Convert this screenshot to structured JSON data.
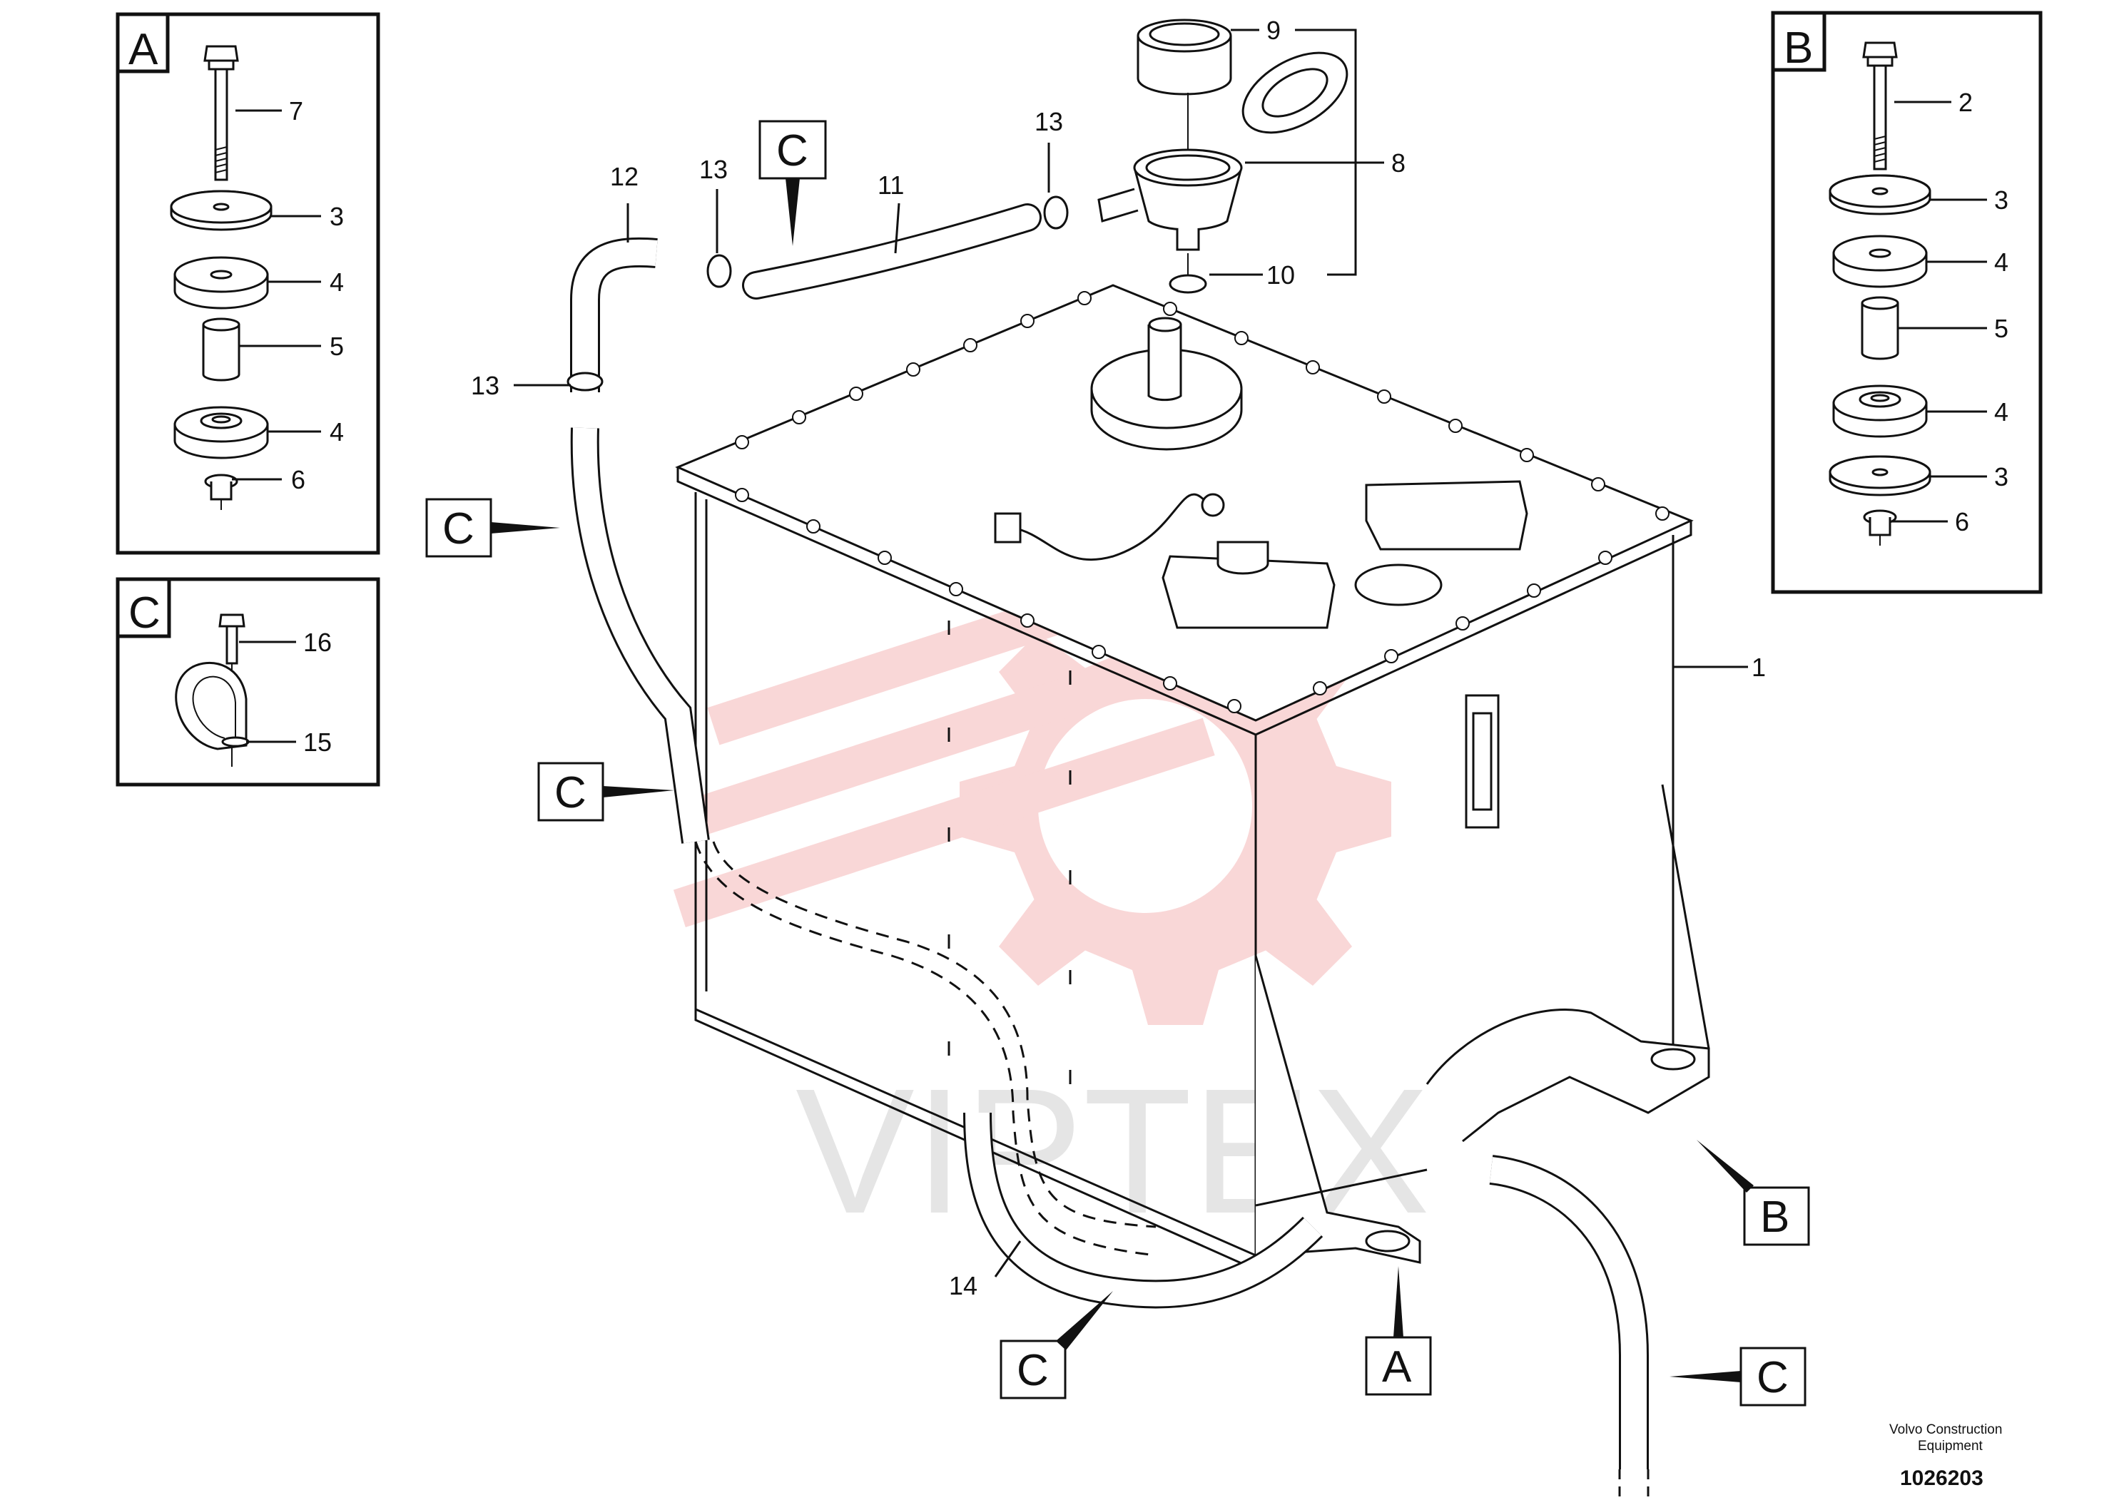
{
  "diagram": {
    "watermark_text": "VIPTEX",
    "credit_line1": "Volvo Construction",
    "credit_line2": "Equipment",
    "drawing_number": "1026203",
    "view_labels": {
      "A": "A",
      "B": "B",
      "C": "C"
    },
    "callouts": {
      "p1": "1",
      "p2": "2",
      "p3": "3",
      "p4": "4",
      "p5": "5",
      "p6": "6",
      "p7": "7",
      "p8": "8",
      "p9": "9",
      "p10": "10",
      "p11": "11",
      "p12": "12",
      "p13": "13",
      "p14": "14",
      "p15": "15",
      "p16": "16"
    }
  }
}
